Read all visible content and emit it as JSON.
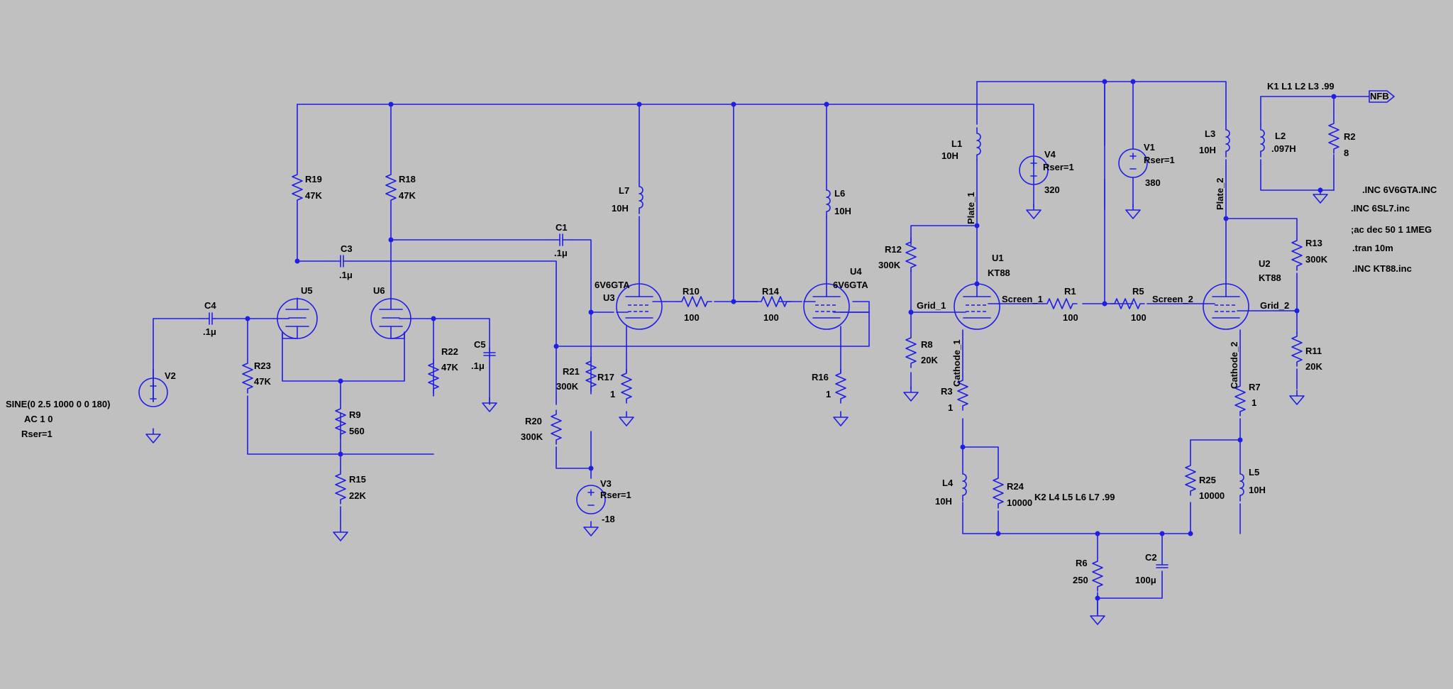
{
  "colors": {
    "background": "#c0c0c0",
    "wire": "#1e1ee8",
    "text": "#000000"
  },
  "components": {
    "C1": {
      "ref": "C1",
      "value": ".1μ"
    },
    "C2": {
      "ref": "C2",
      "value": "100μ"
    },
    "C3": {
      "ref": "C3",
      "value": ".1μ"
    },
    "C4": {
      "ref": "C4",
      "value": ".1μ"
    },
    "C5": {
      "ref": "C5",
      "value": ".1μ"
    },
    "R1": {
      "ref": "R1",
      "value": "100"
    },
    "R2": {
      "ref": "R2",
      "value": "8"
    },
    "R3": {
      "ref": "R3",
      "value": "1"
    },
    "R5": {
      "ref": "R5",
      "value": "100"
    },
    "R6": {
      "ref": "R6",
      "value": "250"
    },
    "R7": {
      "ref": "R7",
      "value": "1"
    },
    "R8": {
      "ref": "R8",
      "value": "20K"
    },
    "R9": {
      "ref": "R9",
      "value": "560"
    },
    "R10": {
      "ref": "R10",
      "value": "100"
    },
    "R11": {
      "ref": "R11",
      "value": "20K"
    },
    "R12": {
      "ref": "R12",
      "value": "300K"
    },
    "R13": {
      "ref": "R13",
      "value": "300K"
    },
    "R14": {
      "ref": "R14",
      "value": "100"
    },
    "R15": {
      "ref": "R15",
      "value": "22K"
    },
    "R16": {
      "ref": "R16",
      "value": "1"
    },
    "R17": {
      "ref": "R17",
      "value": "1"
    },
    "R18": {
      "ref": "R18",
      "value": "47K"
    },
    "R19": {
      "ref": "R19",
      "value": "47K"
    },
    "R20": {
      "ref": "R20",
      "value": "300K"
    },
    "R21": {
      "ref": "R21",
      "value": "300K"
    },
    "R22": {
      "ref": "R22",
      "value": "47K"
    },
    "R23": {
      "ref": "R23",
      "value": "47K"
    },
    "R24": {
      "ref": "R24",
      "value": "10000"
    },
    "R25": {
      "ref": "R25",
      "value": "10000"
    },
    "L1": {
      "ref": "L1",
      "value": "10H"
    },
    "L2": {
      "ref": "L2",
      "value": ".097H"
    },
    "L3": {
      "ref": "L3",
      "value": "10H"
    },
    "L4": {
      "ref": "L4",
      "value": "10H"
    },
    "L5": {
      "ref": "L5",
      "value": "10H"
    },
    "L6": {
      "ref": "L6",
      "value": "10H"
    },
    "L7": {
      "ref": "L7",
      "value": "10H"
    },
    "U1": {
      "ref": "U1",
      "model": "KT88"
    },
    "U2": {
      "ref": "U2",
      "model": "KT88"
    },
    "U3": {
      "ref": "U3",
      "model": "6V6GTA"
    },
    "U4": {
      "ref": "U4",
      "model": "6V6GTA"
    },
    "U5": {
      "ref": "U5"
    },
    "U6": {
      "ref": "U6"
    },
    "V1": {
      "ref": "V1",
      "rser": "Rser=1",
      "value": "380"
    },
    "V2": {
      "ref": "V2",
      "value": "SINE(0 2.5 1000 0 0 180)",
      "ac": "AC 1 0",
      "rser": "Rser=1"
    },
    "V3": {
      "ref": "V3",
      "rser": "Rser=1",
      "value": "-18"
    },
    "V4": {
      "ref": "V4",
      "rser": "Rser=1",
      "value": "320"
    }
  },
  "nets": {
    "plate_1": "Plate_1",
    "plate_2": "Plate_2",
    "grid_1": "Grid_1",
    "grid_2": "Grid_2",
    "screen_1": "Screen_1",
    "screen_2": "Screen_2",
    "cathode_1": "Cathode_1",
    "cathode_2": "Cathode_2",
    "nfb": "NFB"
  },
  "directives": {
    "coupling_1": "K1 L1 L2 L3 .99",
    "coupling_2": "K2 L4 L5 L6 L7 .99",
    "inc_6v6": ".INC 6V6GTA.INC",
    "inc_6sl7": ".INC 6SL7.inc",
    "ac": ";ac dec 50 1 1MEG",
    "tran": ".tran 10m",
    "inc_kt88": ".INC KT88.inc"
  }
}
